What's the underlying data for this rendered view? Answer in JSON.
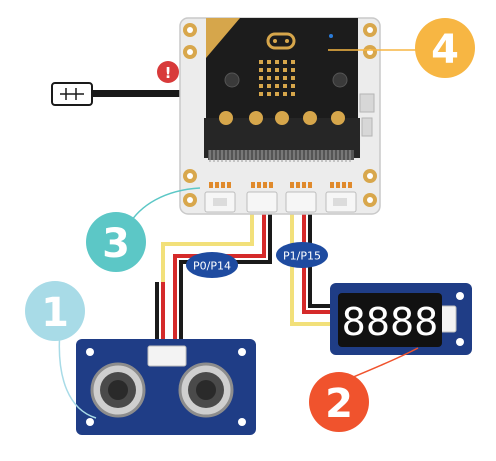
{
  "markers": {
    "m1": {
      "text": "1",
      "color": "#a8dbe7"
    },
    "m2": {
      "text": "2",
      "color": "#f0532d"
    },
    "m3": {
      "text": "3",
      "color": "#5cc7c6"
    },
    "m4": {
      "text": "4",
      "color": "#f7b643"
    }
  },
  "warning": {
    "text": "!",
    "color": "#d83a3a"
  },
  "connectors": {
    "left": "P0/P14",
    "right": "P1/P15",
    "badge_color": "#1e4ba0"
  },
  "display": {
    "digits": "8888"
  },
  "icons": [
    "usb-cable-icon",
    "warning-icon",
    "microbit-logo-icon"
  ],
  "colors": {
    "board": "#e9e9e9",
    "microbit": "#1c1c1c",
    "gold": "#d6a64b",
    "sensor": "#1f3d86",
    "display_module": "#1f3d86"
  }
}
